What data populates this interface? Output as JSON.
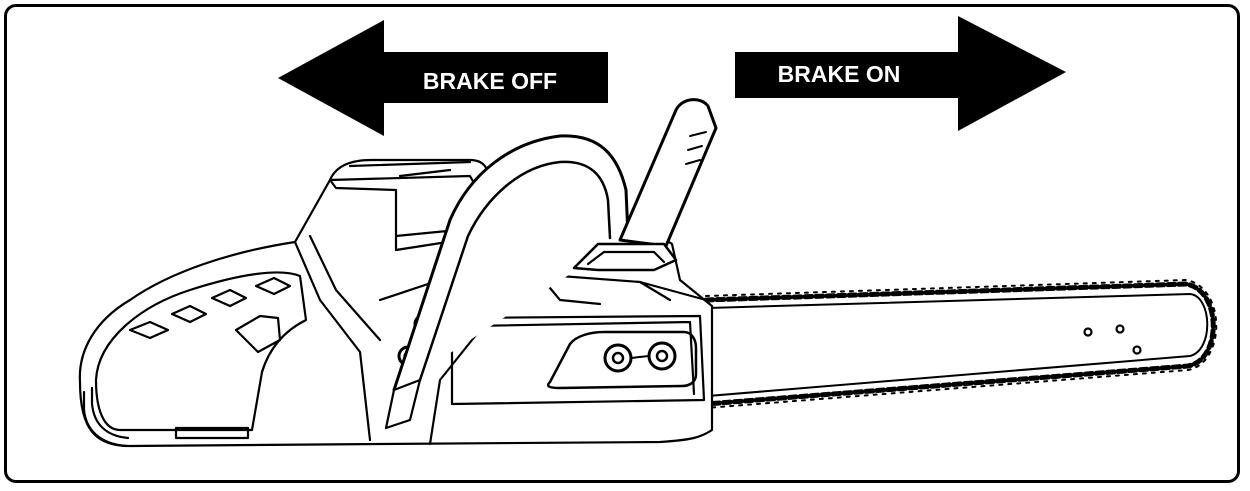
{
  "diagram": {
    "arrows": [
      {
        "label": "BRAKE OFF",
        "direction": "left"
      },
      {
        "label": "BRAKE ON",
        "direction": "right"
      }
    ],
    "subject": "chainsaw-icon",
    "colors": {
      "ink": "#000000",
      "paper": "#ffffff"
    }
  }
}
